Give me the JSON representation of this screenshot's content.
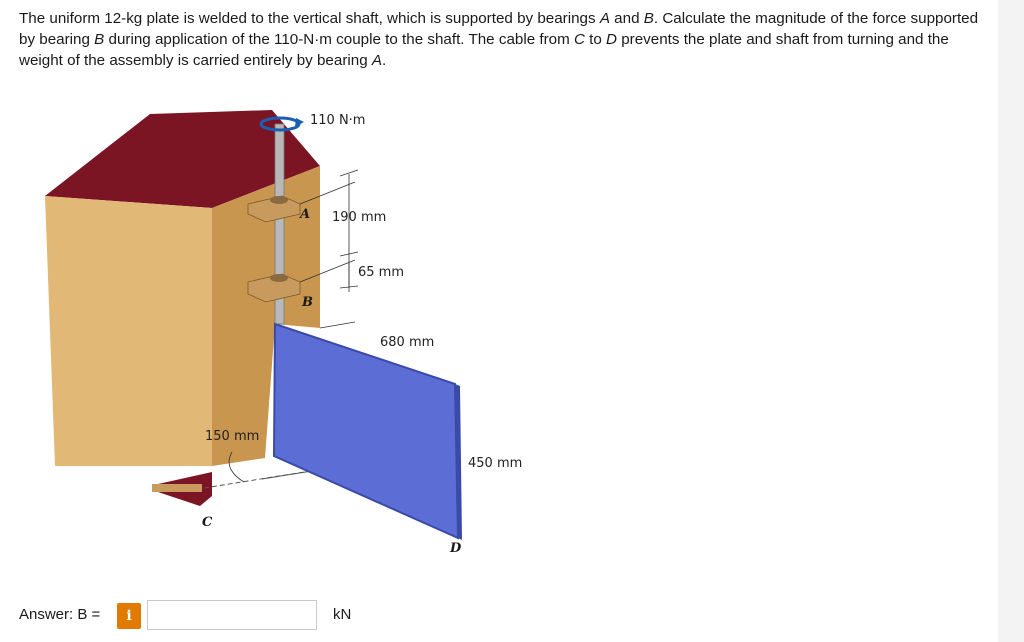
{
  "question": {
    "segments": [
      {
        "t": "The uniform 12-kg plate is welded to the vertical shaft, which is supported by bearings ",
        "i": false
      },
      {
        "t": "A",
        "i": true
      },
      {
        "t": " and ",
        "i": false
      },
      {
        "t": "B",
        "i": true
      },
      {
        "t": ". Calculate the magnitude of the force supported by bearing ",
        "i": false
      },
      {
        "t": "B",
        "i": true
      },
      {
        "t": " during application of the 110-N·m couple to the shaft. The cable from ",
        "i": false
      },
      {
        "t": "C",
        "i": true
      },
      {
        "t": " to ",
        "i": false
      },
      {
        "t": "D",
        "i": true
      },
      {
        "t": " prevents the plate and shaft from turning and the weight of the assembly is carried entirely by bearing ",
        "i": false
      },
      {
        "t": "A",
        "i": true
      },
      {
        "t": ".",
        "i": false
      }
    ]
  },
  "figure": {
    "couple": "110 N·m",
    "dim_ab": "190 mm",
    "dim_b_plate": "65 mm",
    "plate_width": "680 mm",
    "plate_height": "450 mm",
    "dim_c": "150 mm",
    "label_a": "A",
    "label_b": "B",
    "label_c": "C",
    "label_d": "D",
    "colors": {
      "plate": "#5c6ed6",
      "wall_front": "#e2b877",
      "wall_top": "#7b1524",
      "shaft": "#b8b8b8",
      "bearing": "#c99a5e"
    }
  },
  "answer": {
    "label": "Answer: B =",
    "info_icon": "i",
    "input_value": "",
    "input_placeholder": "",
    "unit": "kN"
  }
}
